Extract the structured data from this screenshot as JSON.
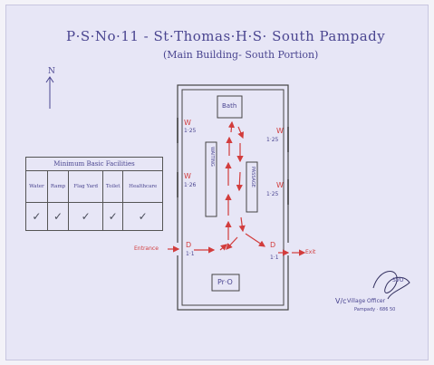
{
  "title": "P·S·No·11 - St·Thomas·H·S· South Pampady",
  "subtitle": "(Main Building- South Portion)",
  "north": "N",
  "facilities_table": {
    "caption": "Minimum Basic Facilities",
    "columns": [
      "Water",
      "Ramp",
      "Flag Yard",
      "Toilet",
      "Healthcare"
    ],
    "ticks": [
      "✓",
      "✓",
      "✓",
      "✓",
      "✓"
    ]
  },
  "rooms": {
    "bath": "Bath",
    "pro": "Pr·O",
    "queue1": "WAITING",
    "queue2": "PASSAGE"
  },
  "labels": {
    "entrance": "Entrance",
    "exit": "Exit",
    "door_left": "D",
    "door_left_num": "1·1",
    "door_right": "D",
    "door_right_num": "1·1",
    "win_1": "W",
    "win_1_num": "1·25",
    "win_2": "W",
    "win_2_num": "1·26",
    "win_3": "W",
    "win_3_num": "1·25",
    "win_4": "W",
    "win_4_num": "1·25"
  },
  "signature": {
    "mark": "S.",
    "svo": "SVO",
    "vc": "V/c",
    "officer": "Village Officer",
    "place": "Pampady · 686 50"
  },
  "colors": {
    "ink": "#4a4590",
    "arrow": "#d23c3c",
    "paper": "#e7e6f6"
  }
}
